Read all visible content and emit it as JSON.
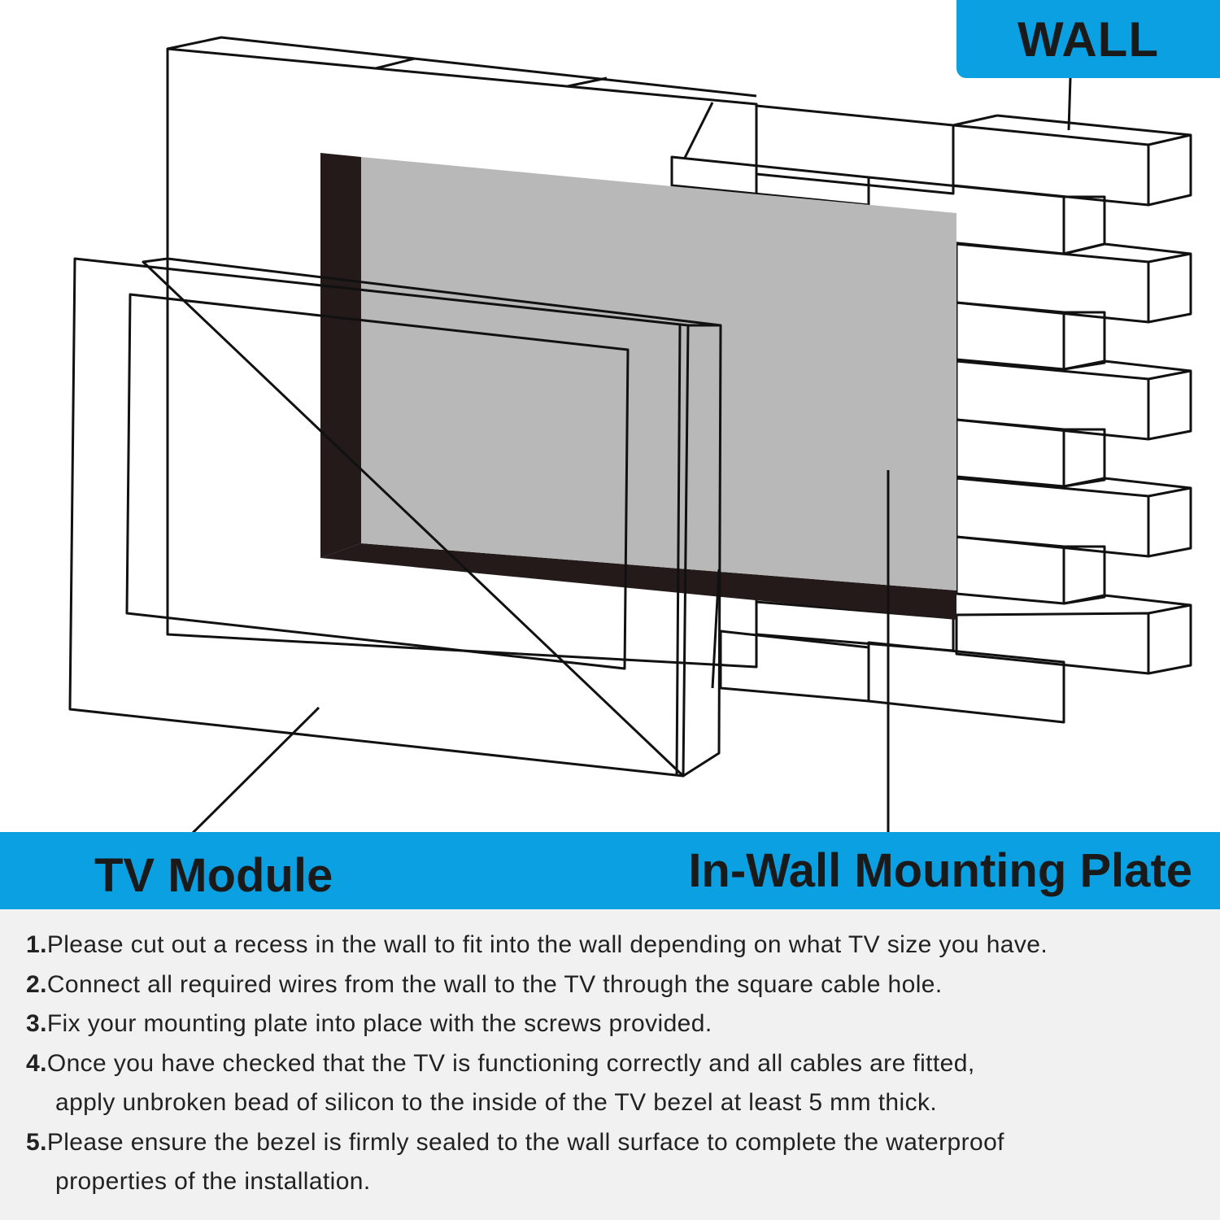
{
  "labels": {
    "wall": "WALL",
    "tv_module": "TV Module",
    "in_wall_plate": "In-Wall Mounting Plate"
  },
  "colors": {
    "accent_blue": "#0aa0e2",
    "plate_grey": "#b8b8b8",
    "recess_dark": "#231a19",
    "steps_background": "#f1f1f1"
  },
  "steps": [
    {
      "num": "1.",
      "text": "Please cut out a recess in the wall to fit into the wall depending on what TV size you have.",
      "cont": ""
    },
    {
      "num": "2.",
      "text": "Connect all required wires from the wall to the TV through the square cable hole.",
      "cont": ""
    },
    {
      "num": "3.",
      "text": "Fix your mounting plate into place with the screws provided.",
      "cont": ""
    },
    {
      "num": "4.",
      "text": "Once you have checked that the TV is functioning correctly and all cables are fitted,",
      "cont": "apply unbroken bead of silicon to the inside of the TV bezel at least 5 mm thick."
    },
    {
      "num": "5.",
      "text": "Please ensure the bezel is firmly sealed to the wall surface to complete the waterproof",
      "cont": "properties of the installation."
    }
  ]
}
